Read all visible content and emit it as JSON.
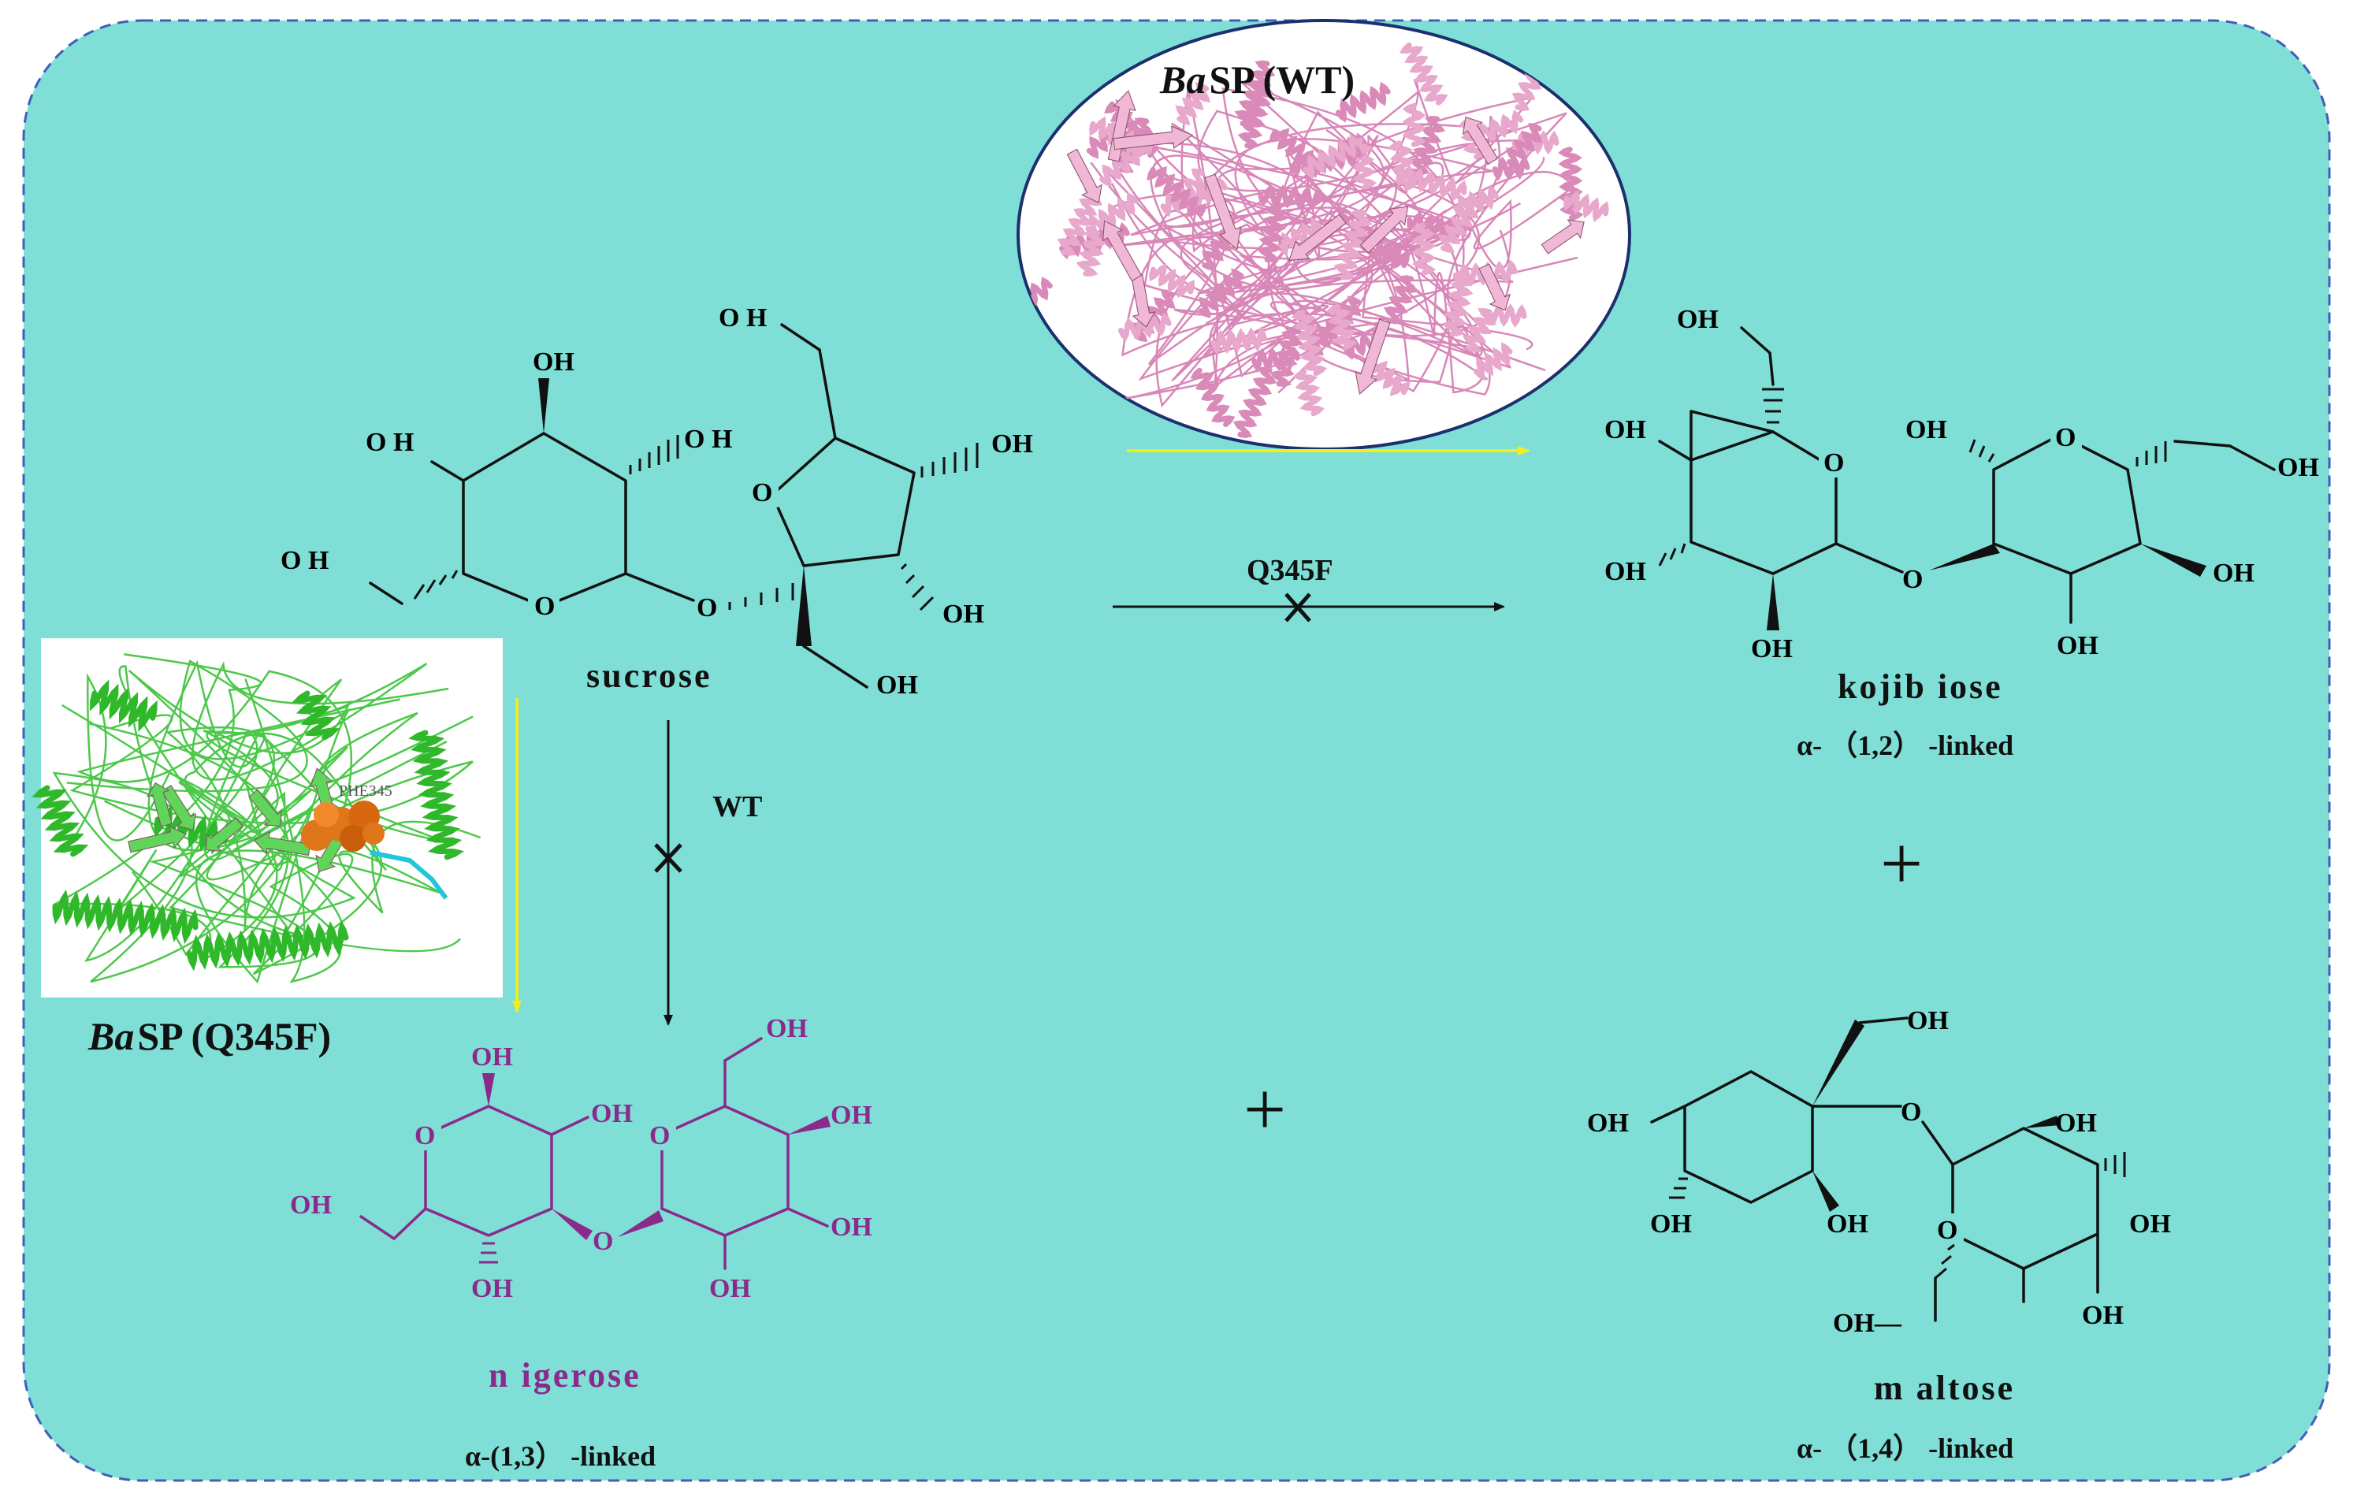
{
  "colors": {
    "panel_fill": "#7fdfd6",
    "panel_border": "#3f5fb8",
    "structure_black": "#111111",
    "nigerose_purple": "#8a2a8a",
    "arrow_yellow": "#f2ee1a",
    "protein_wt_pink": "#e8a8cc",
    "protein_mut_green": "#2fb82a",
    "residue_orange": "#e0761a"
  },
  "enzymes": {
    "wt": {
      "italic": "Ba",
      "rest": "SP (WT)"
    },
    "mutant": {
      "italic": "Ba",
      "rest": "SP (Q345F)",
      "residue_label": "PHE345"
    }
  },
  "reactions": {
    "top": {
      "label": "Q345F"
    },
    "vertical": {
      "label": "WT"
    }
  },
  "molecules": {
    "sucrose": {
      "name": "sucrose",
      "atoms": {
        "oh": "OH",
        "oh_spaced": "O H",
        "o": "O"
      }
    },
    "kojibiose": {
      "name": "kojib iose",
      "linkage": "α- （1,2） -linked"
    },
    "nigerose": {
      "name": "n igerose",
      "linkage": "α-(1,3） -linked"
    },
    "maltose": {
      "name": "m altose",
      "linkage": "α- （1,4） -linked",
      "atoms": {
        "oh_dash": "OH—"
      }
    }
  },
  "plus_sign": "+"
}
